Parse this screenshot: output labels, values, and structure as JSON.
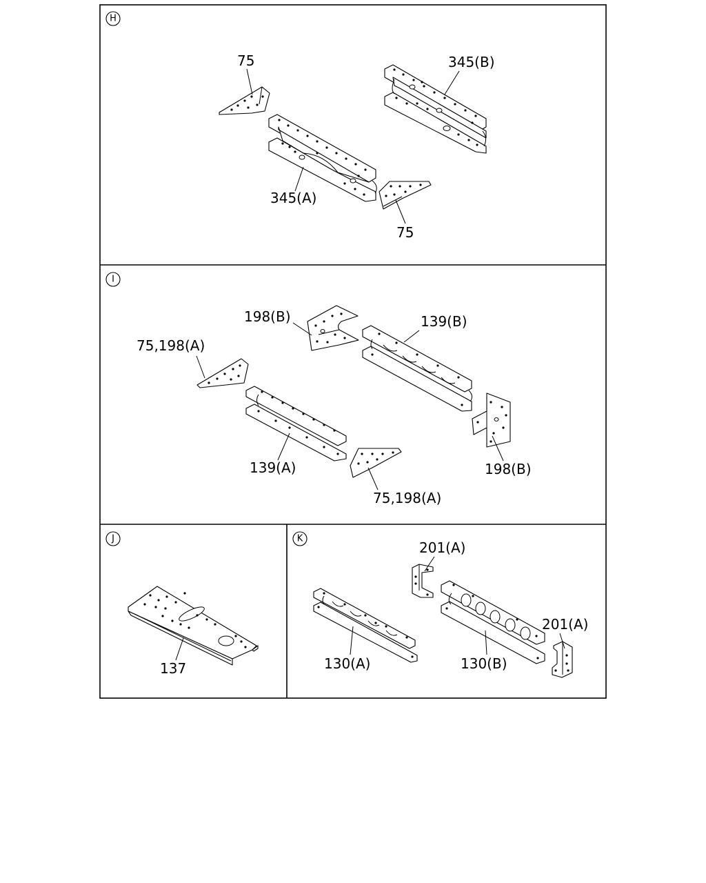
{
  "sections": [
    {
      "id": "H",
      "letter": "H",
      "labels": {
        "bracket_top": "75",
        "rail_b": "345(B)",
        "rail_a": "345(A)",
        "bracket_bottom": "75"
      }
    },
    {
      "id": "I",
      "letter": "I",
      "labels": {
        "corner_top": "198(B)",
        "rail_b": "139(B)",
        "plate_left": "75,198(A)",
        "corner_right": "198(B)",
        "rail_a": "139(A)",
        "plate_bottom": "75,198(A)"
      }
    },
    {
      "id": "J",
      "letter": "J",
      "labels": {
        "crossmember": "137"
      }
    },
    {
      "id": "K",
      "letter": "K",
      "labels": {
        "clip_top": "201(A)",
        "clip_right": "201(A)",
        "rail_a": "130(A)",
        "rail_b": "130(B)"
      }
    }
  ]
}
